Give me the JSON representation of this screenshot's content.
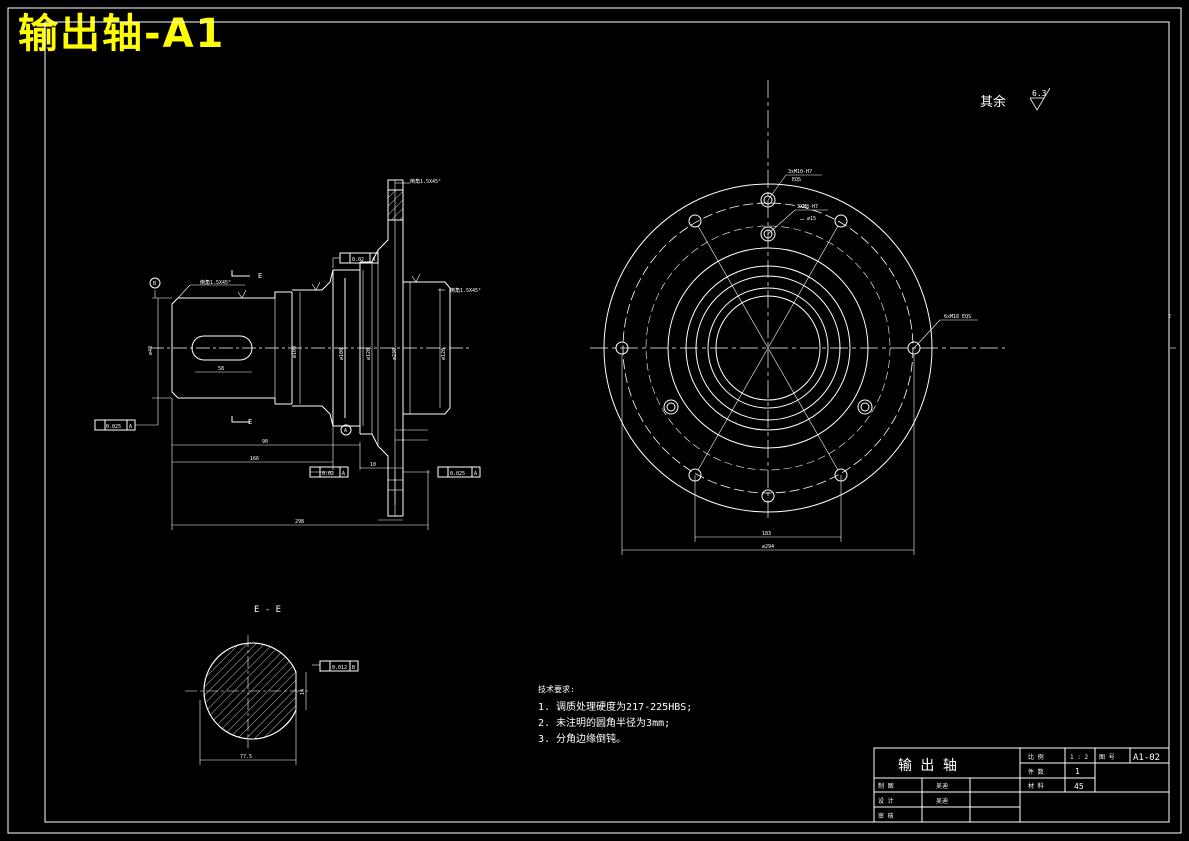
{
  "drawing_title": "输出轴-A1",
  "roughness_note": {
    "label": "其余",
    "value": "6.3"
  },
  "section_label": "E - E",
  "side_marker": "E",
  "datum_labels": {
    "a": "A",
    "b": "B"
  },
  "annotations": {
    "chamfer_top": "倒角1.5X45°",
    "chamfer_left": "倒角1.5X45°",
    "chamfer_right": "倒角1.5X45°",
    "tol_runout_top": "0.02",
    "tol_runout_bottom": "0.02",
    "tol_round_left": "0.025",
    "tol_round_right": "0.025",
    "tol_key_sym": "0.012",
    "hole_top": "3xM10-H7",
    "hole_top2": "EQS",
    "hole_mid": "3XM8-H7",
    "hole_mid2": "⌴ ⌀15",
    "hole_right": "6xM18 EQS",
    "dim_key_len": "58",
    "dim_len_1": "90",
    "dim_len_2": "166",
    "dim_len_total": "298",
    "dim_flange_w": "10",
    "dim_dia_key": "⌀48",
    "dim_dia_mid": "⌀100",
    "dim_dia_seat": "⌀100",
    "dim_dia_face": "⌀120",
    "dim_dia_hub": "⌀230",
    "dim_bolt_circle": "183",
    "dim_outer": "⌀294",
    "dim_section_w": "77.5",
    "dim_key_w": "14"
  },
  "tech_notes": {
    "heading": "技术要求:",
    "items": [
      "1. 调质处理硬度为217-225HBS;",
      "2. 未注明的圆角半径为3mm;",
      "3. 分角边缘倒钝。"
    ]
  },
  "title_block": {
    "part_name": "输 出 轴",
    "scale_label": "比 例",
    "scale_value": "1 : 2",
    "drawing_no_label": "图 号",
    "drawing_no": "A1-02",
    "qty_label": "件 数",
    "qty_value": "1",
    "material_label": "材 料",
    "material_value": "45",
    "drawn_label": "制 图",
    "drawn_name": "吴迪",
    "design_label": "设 计",
    "design_name": "吴迪",
    "check_label": "审 核"
  },
  "colors": {
    "title": "#ffff00",
    "line": "#ffffff",
    "background": "#000000"
  }
}
